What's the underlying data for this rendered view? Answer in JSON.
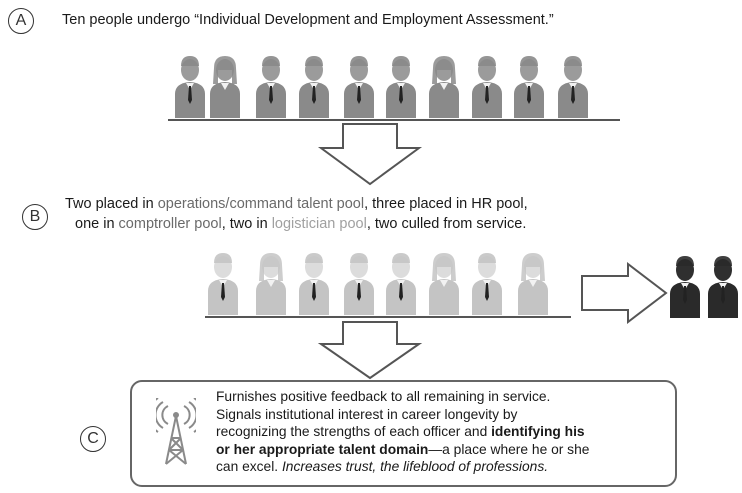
{
  "labels": {
    "a": "A",
    "b": "B",
    "c": "C"
  },
  "section_a": {
    "text": "Ten people undergo “Individual Development and Employment Assessment.”"
  },
  "section_b": {
    "seg1": "Two placed in ",
    "seg2": "operations/command talent pool",
    "seg3": ", three placed in HR pool,",
    "seg4": "one in ",
    "seg5": "comptroller pool",
    "seg6": ", two in ",
    "seg7": "logistician pool",
    "seg8": ", two culled from service."
  },
  "section_c": {
    "l1": "Furnishes positive feedback to all remaining in service.",
    "l2": "Signals institutional interest in career longevity by",
    "l3a": "recognizing the  strengths of each officer and ",
    "l3b": "identifying his",
    "l4b": "or her appropriate talent domain",
    "l4c": "—a place where he or she",
    "l5a": "can excel. ",
    "l5b": "Increases trust, the lifeblood of professions."
  },
  "colors": {
    "person_gray": "#8a8a8a",
    "person_light": "#c4c4c4",
    "person_dark": "#2a2a2a",
    "tie": "#222222"
  },
  "icons": [
    "person-icon",
    "down-arrow-icon",
    "right-arrow-icon",
    "broadcast-tower-icon"
  ]
}
